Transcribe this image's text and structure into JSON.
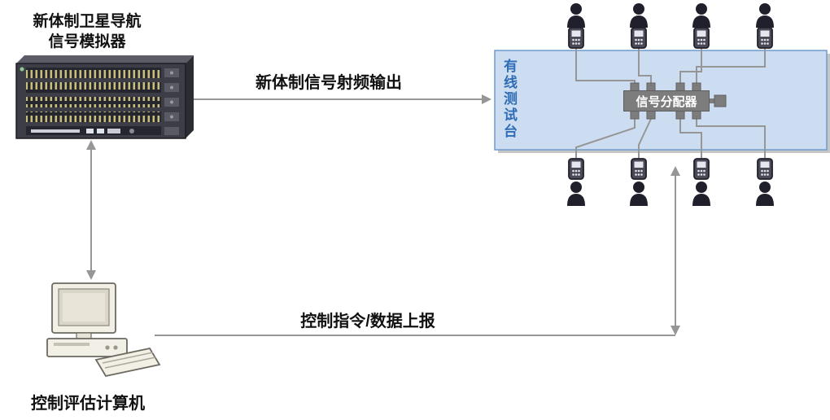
{
  "diagram": {
    "simulator": {
      "label_line1": "新体制卫星导航",
      "label_line2": "信号模拟器"
    },
    "rf_link": {
      "label": "新体制信号射频输出"
    },
    "test_bench": {
      "label": "有线测试台",
      "distributor_label": "信号分配器",
      "top_receivers": 4,
      "bottom_receivers": 4
    },
    "control_link": {
      "label": "控制指令/数据上报"
    },
    "computer": {
      "label": "控制评估计算机"
    }
  },
  "icons": {
    "person": "user-silhouette-icon",
    "handset": "handheld-receiver-icon"
  },
  "colors": {
    "panel_fill": "#cdddf1",
    "panel_border": "#6f9bcd",
    "bench_text": "#2e6db5",
    "distributor_fill": "#7d7d7d",
    "connector_line": "#969696",
    "icon_dark": "#20202c"
  }
}
